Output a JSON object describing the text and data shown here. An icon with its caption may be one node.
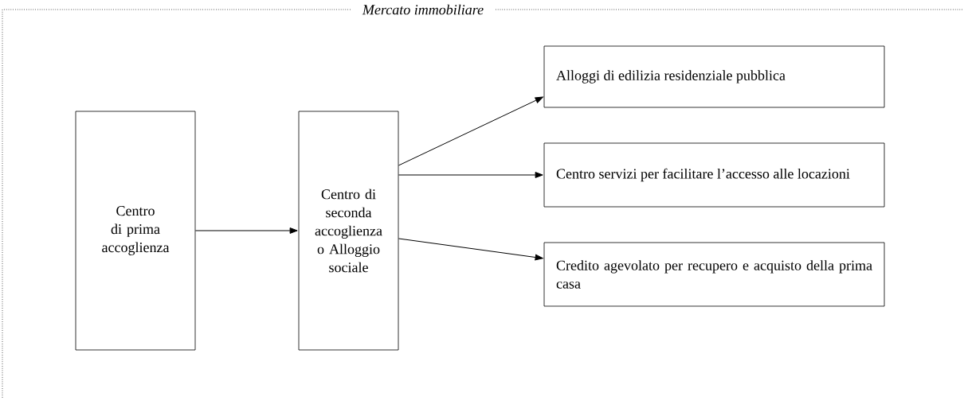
{
  "diagram": {
    "title": "Mercato immobiliare",
    "nodes": [
      {
        "text": [
          "Centro di prima accoglienza"
        ]
      },
      {
        "text": [
          "Centro di seconda accoglienza o Alloggio sociale"
        ]
      },
      {
        "text": [
          "Alloggi di edilizia residenziale pubblica"
        ]
      },
      {
        "text": [
          "Centro servizi per facilitare l’accesso alle locazioni"
        ]
      },
      {
        "text": [
          "Credito agevolato per recupero e acquisto della prima casa"
        ]
      }
    ],
    "edges": [
      {
        "from": 0,
        "to": 1,
        "arrow": "to"
      },
      {
        "from": 1,
        "to": 2,
        "arrow": "to"
      },
      {
        "from": 1,
        "to": 3,
        "arrow": "to"
      },
      {
        "from": 1,
        "to": 4,
        "arrow": "to"
      }
    ]
  }
}
